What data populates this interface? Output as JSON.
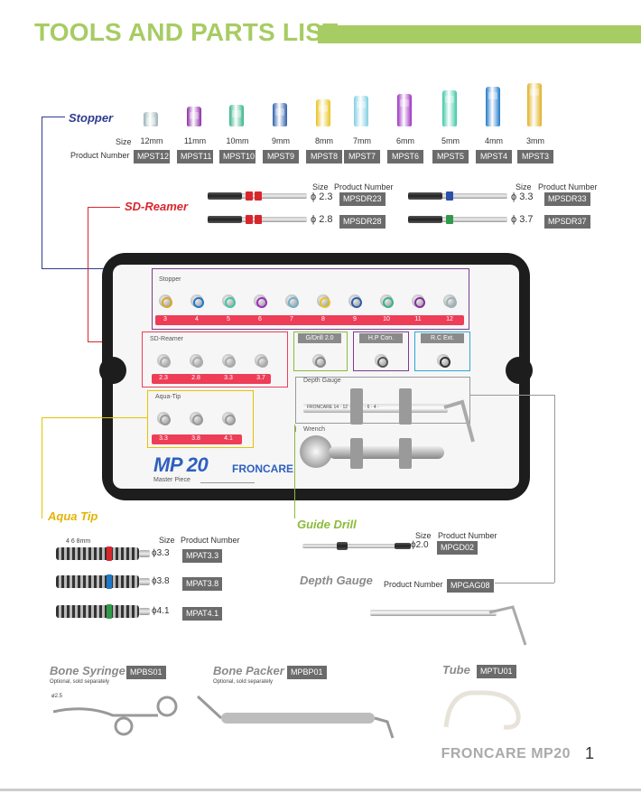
{
  "page": {
    "title": "TOOLS AND PARTS LIST",
    "page_number": "1",
    "footer_brand": "FRONCARE MP20"
  },
  "labels": {
    "size": "Size",
    "product_number": "Product Number"
  },
  "stopper": {
    "label": "Stopper",
    "items": [
      {
        "size": "12mm",
        "code": "MPST12",
        "num": "12",
        "color": "#9ab3b8"
      },
      {
        "size": "11mm",
        "code": "MPST11",
        "num": "11",
        "color": "#8c2aa8"
      },
      {
        "size": "10mm",
        "code": "MPST10",
        "num": "10",
        "color": "#35b48a"
      },
      {
        "size": "9mm",
        "code": "MPST9",
        "num": "9",
        "color": "#2d5fa8"
      },
      {
        "size": "8mm",
        "code": "MPST8",
        "num": "8",
        "color": "#e8c320"
      },
      {
        "size": "7mm",
        "code": "MPST7",
        "num": "7",
        "color": "#7fcfe0"
      },
      {
        "size": "6mm",
        "code": "MPST6",
        "num": "6",
        "color": "#9b2fbf"
      },
      {
        "size": "5mm",
        "code": "MPST5",
        "num": "5",
        "color": "#3cc7a5"
      },
      {
        "size": "4mm",
        "code": "MPST4",
        "num": "4",
        "color": "#1f78c8"
      },
      {
        "size": "3mm",
        "code": "MPST3",
        "num": "3",
        "color": "#e0b020"
      }
    ]
  },
  "sd_reamer": {
    "label": "SD-Reamer",
    "left": [
      {
        "size": "2.3",
        "code": "MPSDR23",
        "band": "#d9262c"
      },
      {
        "size": "2.8",
        "code": "MPSDR28",
        "band": "#d9262c"
      }
    ],
    "right": [
      {
        "size": "3.3",
        "code": "MPSDR33",
        "band": "#2d4fa8"
      },
      {
        "size": "3.7",
        "code": "MPSDR37",
        "band": "#2e9a4a"
      }
    ]
  },
  "tray": {
    "stopper_title": "Stopper",
    "stopper_nums": [
      "3",
      "4",
      "5",
      "6",
      "7",
      "8",
      "9",
      "10",
      "11",
      "12"
    ],
    "stopper_colors": [
      "#d9a820",
      "#1f78c8",
      "#3cc7a5",
      "#9b2fbf",
      "#6fb0c8",
      "#e8c320",
      "#2d5fa8",
      "#35b48a",
      "#8c2aa8",
      "#9ab3b8"
    ],
    "reamer_title": "SD-Reamer",
    "reamer_nums": [
      "2.3",
      "2.8",
      "3.3",
      "3.7"
    ],
    "gdrill_title": "G/Drill 2.0",
    "hpcon_title": "H.P Con.",
    "rcext_title": "R.C Ext.",
    "aqua_title": "Aqua-Tip",
    "aqua_nums": [
      "3.3",
      "3.8",
      "4.1"
    ],
    "depth_title": "Depth Gauge",
    "depth_marks": "FRONCARE 14 · 12 · 10 · 8 · 6 · 4 ·",
    "wrench_title": "Wrench",
    "logo_mp20": "MP 20",
    "logo_sub": "Master Piece",
    "logo_brand": "FRONCARE"
  },
  "aqua_tip": {
    "label": "Aqua Tip",
    "marks": "4  6  8mm",
    "items": [
      {
        "size": "3.3",
        "code": "MPAT3.3",
        "band": "#d9262c"
      },
      {
        "size": "3.8",
        "code": "MPAT3.8",
        "band": "#1f78c8"
      },
      {
        "size": "4.1",
        "code": "MPAT4.1",
        "band": "#2e9a4a"
      }
    ]
  },
  "guide_drill": {
    "label": "Guide Drill",
    "size": "2.0",
    "code": "MPGD02"
  },
  "depth_gauge": {
    "label": "Depth Gauge",
    "code": "MPGAG08"
  },
  "bone_syringe": {
    "label": "Bone Syringe",
    "code": "MPBS01",
    "note": "Optional, sold separately",
    "dia": "ø2.5"
  },
  "bone_packer": {
    "label": "Bone Packer",
    "code": "MPBP01",
    "note": "Optional, sold separately"
  },
  "tube": {
    "label": "Tube",
    "code": "MPTU01"
  },
  "phi": "ϕ"
}
